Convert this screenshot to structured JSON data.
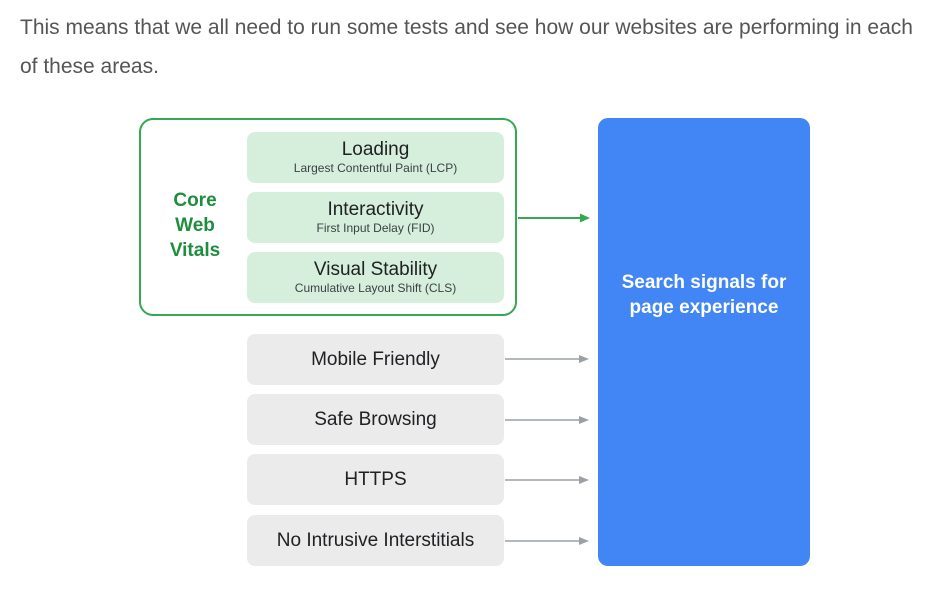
{
  "intro_text": "This means that we all need to run some tests and see how our websites are performing in each of these areas.",
  "diagram": {
    "core_web_vitals_label": [
      "Core",
      "Web",
      "Vitals"
    ],
    "core_web_vitals": [
      {
        "title": "Loading",
        "subtitle": "Largest Contentful Paint (LCP)"
      },
      {
        "title": "Interactivity",
        "subtitle": "First Input Delay (FID)"
      },
      {
        "title": "Visual Stability",
        "subtitle": "Cumulative Layout Shift (CLS)"
      }
    ],
    "other_signals": [
      {
        "title": "Mobile Friendly"
      },
      {
        "title": "Safe Browsing"
      },
      {
        "title": "HTTPS"
      },
      {
        "title": "No Intrusive Interstitials"
      }
    ],
    "target_label": "Search signals for page experience",
    "colors": {
      "green_border": "#34a853",
      "green_text": "#1e8e3e",
      "green_fill": "#d6efdc",
      "gray_fill": "#ebebeb",
      "gray_arrow": "#9aa0a6",
      "blue": "#4285f4"
    }
  }
}
